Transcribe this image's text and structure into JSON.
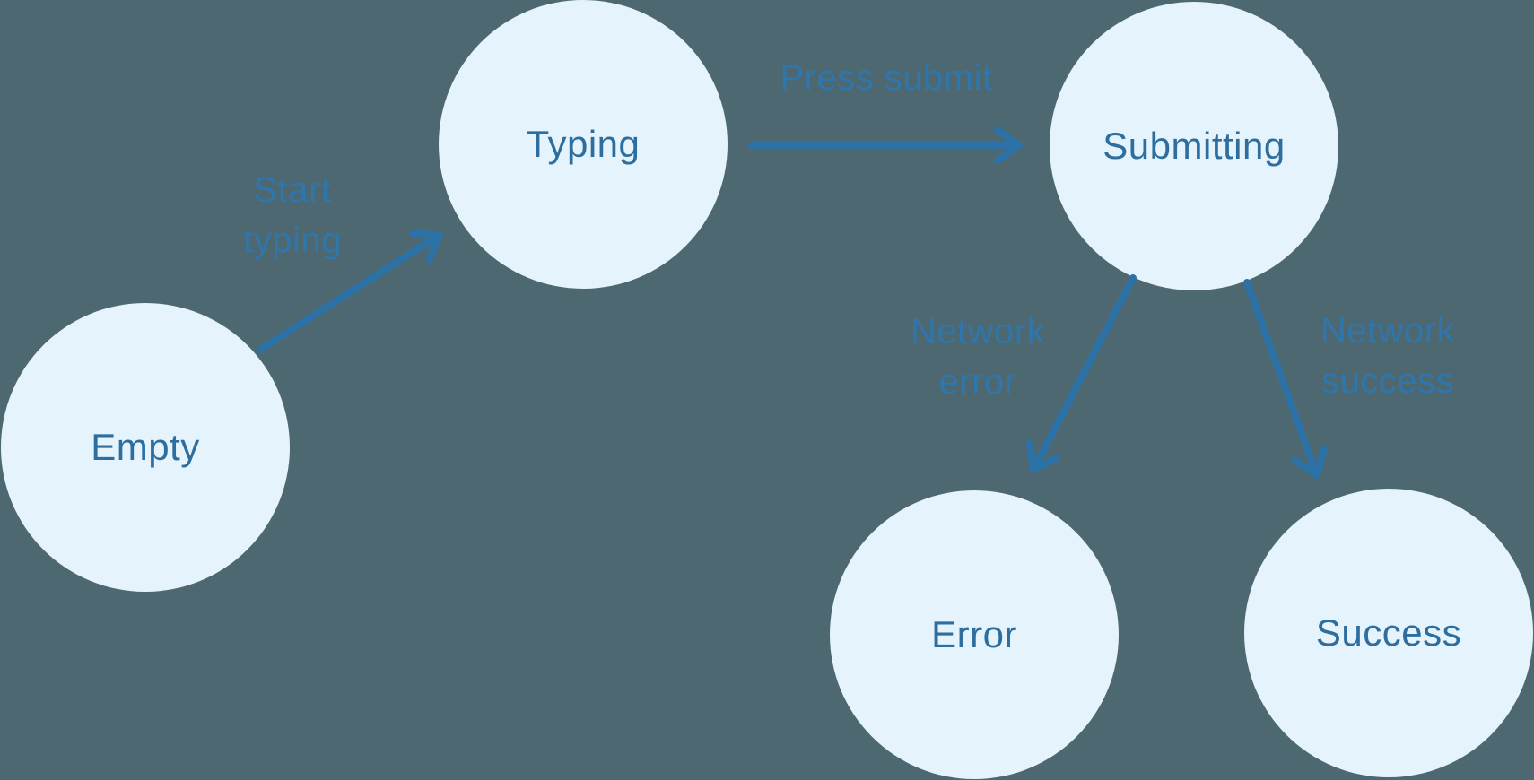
{
  "diagram": {
    "type": "state-machine",
    "description": "Form submission state diagram",
    "colors": {
      "background": "#4D6870",
      "node_fill": "#E4F3FC",
      "node_text": "#2E6E9F",
      "edge_label_text": "#2F76AC",
      "arrow": "#2D72A7"
    },
    "nodes": [
      {
        "id": "empty",
        "label": "Empty"
      },
      {
        "id": "typing",
        "label": "Typing"
      },
      {
        "id": "submitting",
        "label": "Submitting"
      },
      {
        "id": "error",
        "label": "Error"
      },
      {
        "id": "success",
        "label": "Success"
      }
    ],
    "edges": [
      {
        "from": "Empty",
        "to": "Typing",
        "label": "Start\ntyping"
      },
      {
        "from": "Typing",
        "to": "Submitting",
        "label": "Press submit"
      },
      {
        "from": "Submitting",
        "to": "Error",
        "label": "Network\nerror"
      },
      {
        "from": "Submitting",
        "to": "Success",
        "label": "Network\nsuccess"
      }
    ]
  }
}
